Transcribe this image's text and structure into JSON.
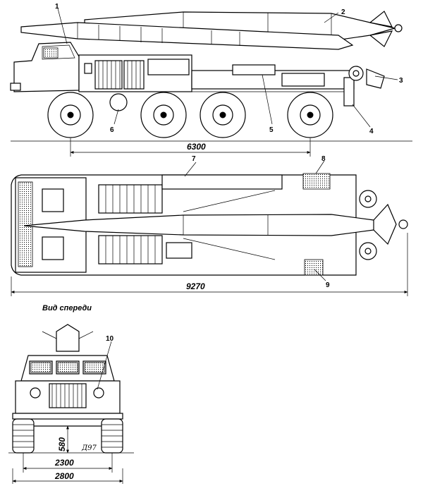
{
  "side_view": {
    "dims": {
      "wheelbase": "6300"
    },
    "callouts": [
      "1",
      "2",
      "3",
      "4",
      "5",
      "6"
    ]
  },
  "top_view": {
    "dims": {
      "length": "9270"
    },
    "callouts": [
      "7",
      "8",
      "9"
    ]
  },
  "front_view": {
    "caption": "Вид спереди",
    "dims": {
      "track": "2300",
      "width": "2800",
      "clearance": "580"
    },
    "callouts": [
      "10"
    ],
    "signature": "97"
  }
}
